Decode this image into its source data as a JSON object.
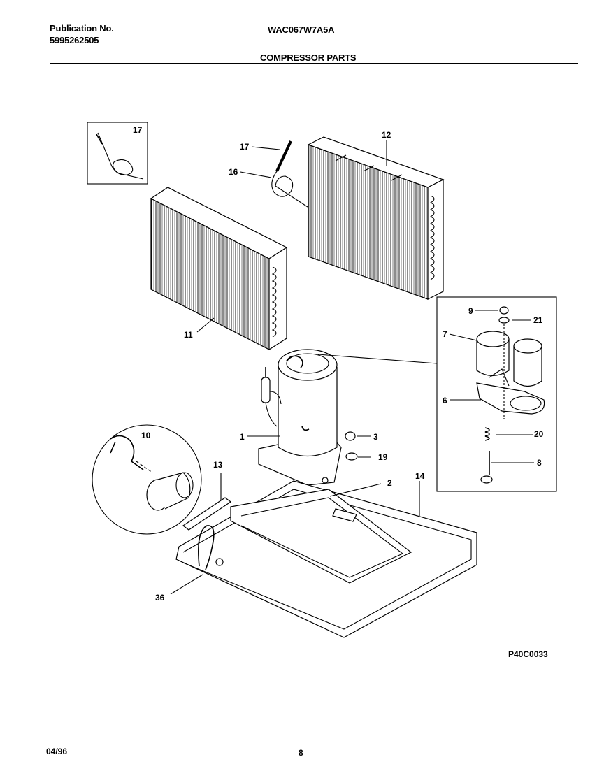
{
  "header": {
    "publication_label": "Publication No.",
    "publication_number": "5995262505",
    "model": "WAC067W7A5A",
    "section_title": "COMPRESSOR PARTS"
  },
  "callouts": {
    "c17_inset": "17",
    "c17": "17",
    "c16": "16",
    "c12": "12",
    "c11": "11",
    "c9": "9",
    "c21": "21",
    "c7": "7",
    "c6": "6",
    "c20": "20",
    "c8": "8",
    "c1": "1",
    "c3": "3",
    "c19": "19",
    "c2": "2",
    "c14": "14",
    "c10": "10",
    "c13": "13",
    "c36": "36"
  },
  "footer": {
    "drawing_code": "P40C0033",
    "date": "04/96",
    "page": "8"
  }
}
